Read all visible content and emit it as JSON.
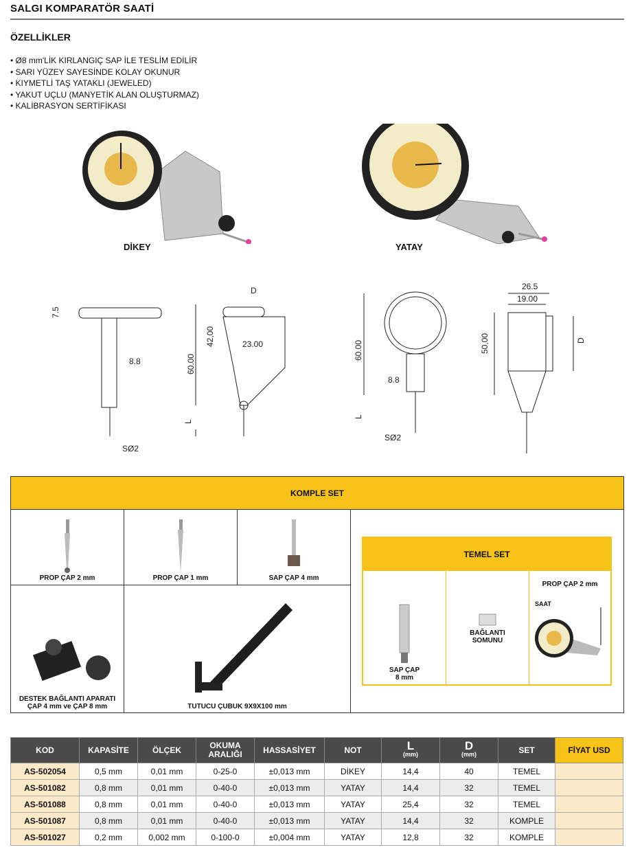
{
  "title": "SALGI KOMPARATÖR SAATİ",
  "features_heading": "ÖZELLİKLER",
  "features": [
    "• Ø8 mm'LİK KIRLANGIÇ SAP İLE TESLİM EDİLİR",
    "• SARI YÜZEY SAYESİNDE KOLAY OKUNUR",
    "• KIYMETLİ TAŞ YATAKLI (JEWELED)",
    "• YAKUT UÇLU (MANYETİK ALAN OLUŞTURMAZ)",
    "• KALİBRASYON SERTİFİKASI"
  ],
  "products": {
    "vertical": "DİKEY",
    "horizontal": "YATAY"
  },
  "diagram": {
    "d1_75": "7.5",
    "d1_88": "8.8",
    "d1_s": "SØ2",
    "d2_D": "D",
    "d2_42": "42,00",
    "d2_60": "60.00",
    "d2_23": "23.00",
    "d2_L": "L",
    "d3_60": "60.00",
    "d3_88": "8.8",
    "d3_L": "L",
    "d3_s": "SØ2",
    "d4_265": "26.5",
    "d4_19": "19.00",
    "d4_50": "50,00",
    "d4_D": "D"
  },
  "komple": {
    "title": "KOMPLE SET",
    "items": [
      "PROP ÇAP 2 mm",
      "PROP ÇAP 1 mm",
      "SAP ÇAP 4 mm"
    ],
    "holder": [
      "DESTEK BAĞLANTI APARATI",
      "ÇAP 4 mm ve ÇAP 8 mm"
    ],
    "rod": "TUTUCU ÇUBUK 9X9X100 mm"
  },
  "temel": {
    "title": "TEMEL SET",
    "sap": [
      "SAP ÇAP",
      "8 mm"
    ],
    "nut": [
      "BAĞLANTI",
      "SOMUNU"
    ],
    "prop": "PROP ÇAP 2 mm",
    "saat": "SAAT"
  },
  "table": {
    "headers": [
      "KOD",
      "KAPASİTE",
      "ÖLÇEK",
      "OKUMA",
      "ARALIĞI",
      "HASSASİYET",
      "NOT",
      "L",
      "(mm)",
      "D",
      "(mm)",
      "SET",
      "FİYAT USD"
    ],
    "rows": [
      [
        "AS-502054",
        "0,5 mm",
        "0,01 mm",
        "0-25-0",
        "±0,013 mm",
        "DİKEY",
        "14,4",
        "40",
        "TEMEL"
      ],
      [
        "AS-501082",
        "0,8 mm",
        "0,01 mm",
        "0-40-0",
        "±0,013 mm",
        "YATAY",
        "14,4",
        "32",
        "TEMEL"
      ],
      [
        "AS-501088",
        "0,8 mm",
        "0,01 mm",
        "0-40-0",
        "±0,013 mm",
        "YATAY",
        "25,4",
        "32",
        "TEMEL"
      ],
      [
        "AS-501087",
        "0,8 mm",
        "0,01 mm",
        "0-40-0",
        "±0,013 mm",
        "YATAY",
        "14,4",
        "32",
        "KOMPLE"
      ],
      [
        "AS-501027",
        "0,2 mm",
        "0,002 mm",
        "0-100-0",
        "±0,004 mm",
        "YATAY",
        "12,8",
        "32",
        "KOMPLE"
      ]
    ]
  }
}
